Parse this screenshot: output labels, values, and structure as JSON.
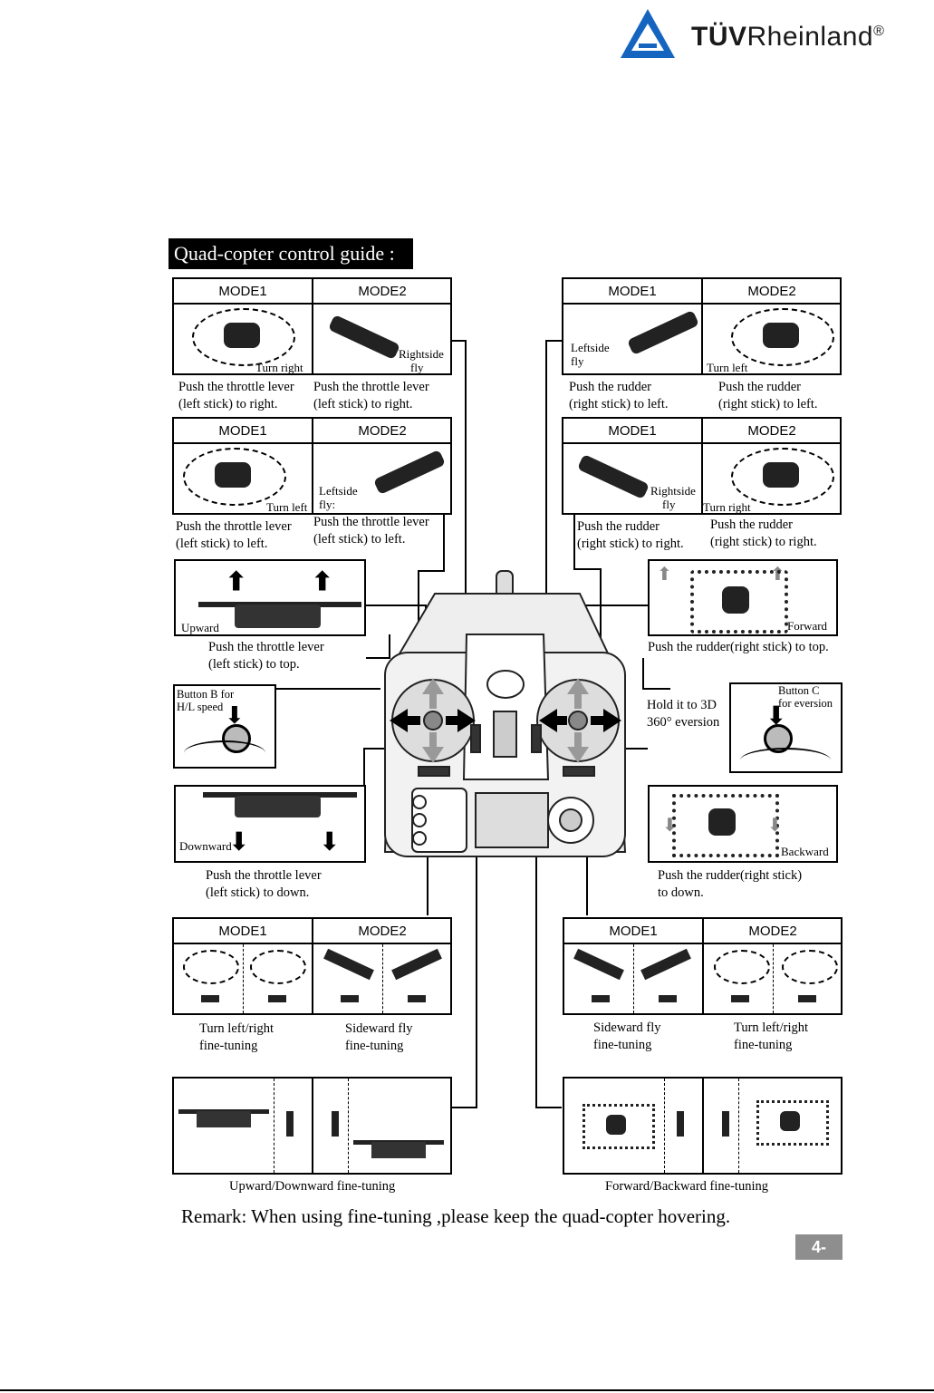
{
  "header": {
    "logo_text_bold": "TÜV",
    "logo_text": "Rheinland",
    "logo_reg": "®"
  },
  "title": "Quad-copter control guide :",
  "mode_labels": {
    "m1": "MODE1",
    "m2": "MODE2"
  },
  "panels": {
    "tl1": {
      "turn": "Turn right",
      "side": "Rightside\n    fly",
      "caption1": "Push the throttle lever\n(left stick) to right.",
      "caption2": "Push the throttle lever\n(left stick) to right."
    },
    "tl2": {
      "turn": "Turn left",
      "side": "Leftside\nfly:",
      "caption1": "Push the throttle lever\n(left stick) to left.",
      "caption2": "Push the throttle lever\n(left stick) to left."
    },
    "tr1": {
      "side": "Leftside\nfly",
      "turn": "Turn left",
      "caption1": "Push the rudder\n(right stick) to left.",
      "caption2": "Push the rudder\n(right stick) to left."
    },
    "tr2": {
      "side": "Rightside\n    fly",
      "turn": "Turn right",
      "caption1": "Push the rudder\n(right stick) to right.",
      "caption2": "Push the rudder\n(right stick) to right."
    },
    "upward": {
      "label": "Upward",
      "caption": "Push the throttle lever\n(left stick) to top."
    },
    "forward": {
      "label": "Forward",
      "caption": "Push the rudder(right stick) to top."
    },
    "buttonB": {
      "label": "Button B for\nH/L speed"
    },
    "buttonC": {
      "label": "Button C\nfor eversion",
      "caption": "Hold it to 3D\n360° eversion"
    },
    "downward": {
      "label": "Downward",
      "caption": "Push the throttle lever\n(left stick) to down."
    },
    "backward": {
      "label": "Backward",
      "caption": "Push the rudder(right stick)\nto down."
    },
    "ft_left": {
      "caption1": "Turn left/right\nfine-tuning",
      "caption2": "Sideward fly\nfine-tuning"
    },
    "ft_right": {
      "caption1": "Sideward fly\nfine-tuning",
      "caption2": "Turn left/right\nfine-tuning"
    },
    "ud": {
      "caption": "Upward/Downward fine-tuning"
    },
    "fb": {
      "caption": "Forward/Backward fine-tuning"
    }
  },
  "remark": "Remark: When using fine-tuning ,please keep the quad-copter hovering.",
  "page_number": "4-"
}
